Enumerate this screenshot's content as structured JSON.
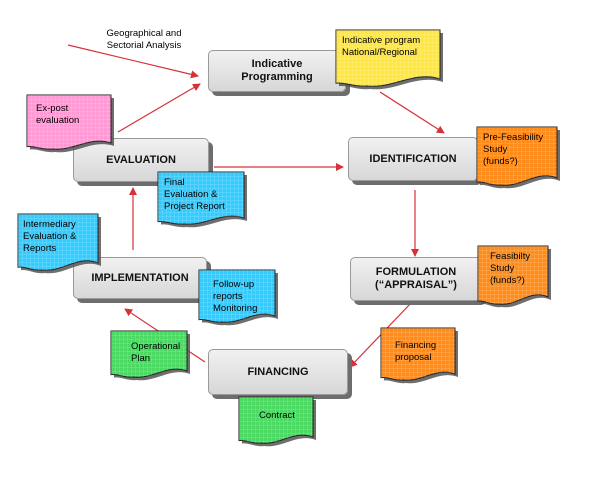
{
  "diagram": {
    "intro_text": "Geographical and\nSectorial Analysis",
    "stages": {
      "indicative": "Indicative\nProgramming",
      "identification": "IDENTIFICATION",
      "formulation": "FORMULATION\n(“APPRAISAL”)",
      "financing": "FINANCING",
      "implementation": "IMPLEMENTATION",
      "evaluation": "EVALUATION"
    },
    "documents": {
      "indicative_program": "Indicative program\nNational/Regional",
      "pre_feasibility": "Pre-Feasibility\nStudy\n(funds?)",
      "feasibility": "Feasibilty\nStudy\n(funds?)",
      "financing_proposal": "Financing\nproposal",
      "contract": "Contract",
      "operational_plan": "Operational\nPlan",
      "follow_up": "Follow-up\nreports\nMonitoring",
      "intermediary": "Intermediary\nEvaluation &\nReports",
      "final_evaluation": "Final\nEvaluation &\nProject Report",
      "ex_post": "Ex-post\nevaluation"
    },
    "colors": {
      "yellow": "#ffe640",
      "orange": "#ff8c1a",
      "green": "#4cd964",
      "cyan": "#33ccff",
      "pink": "#ff9ad5",
      "arrow": "#d6303a"
    }
  }
}
